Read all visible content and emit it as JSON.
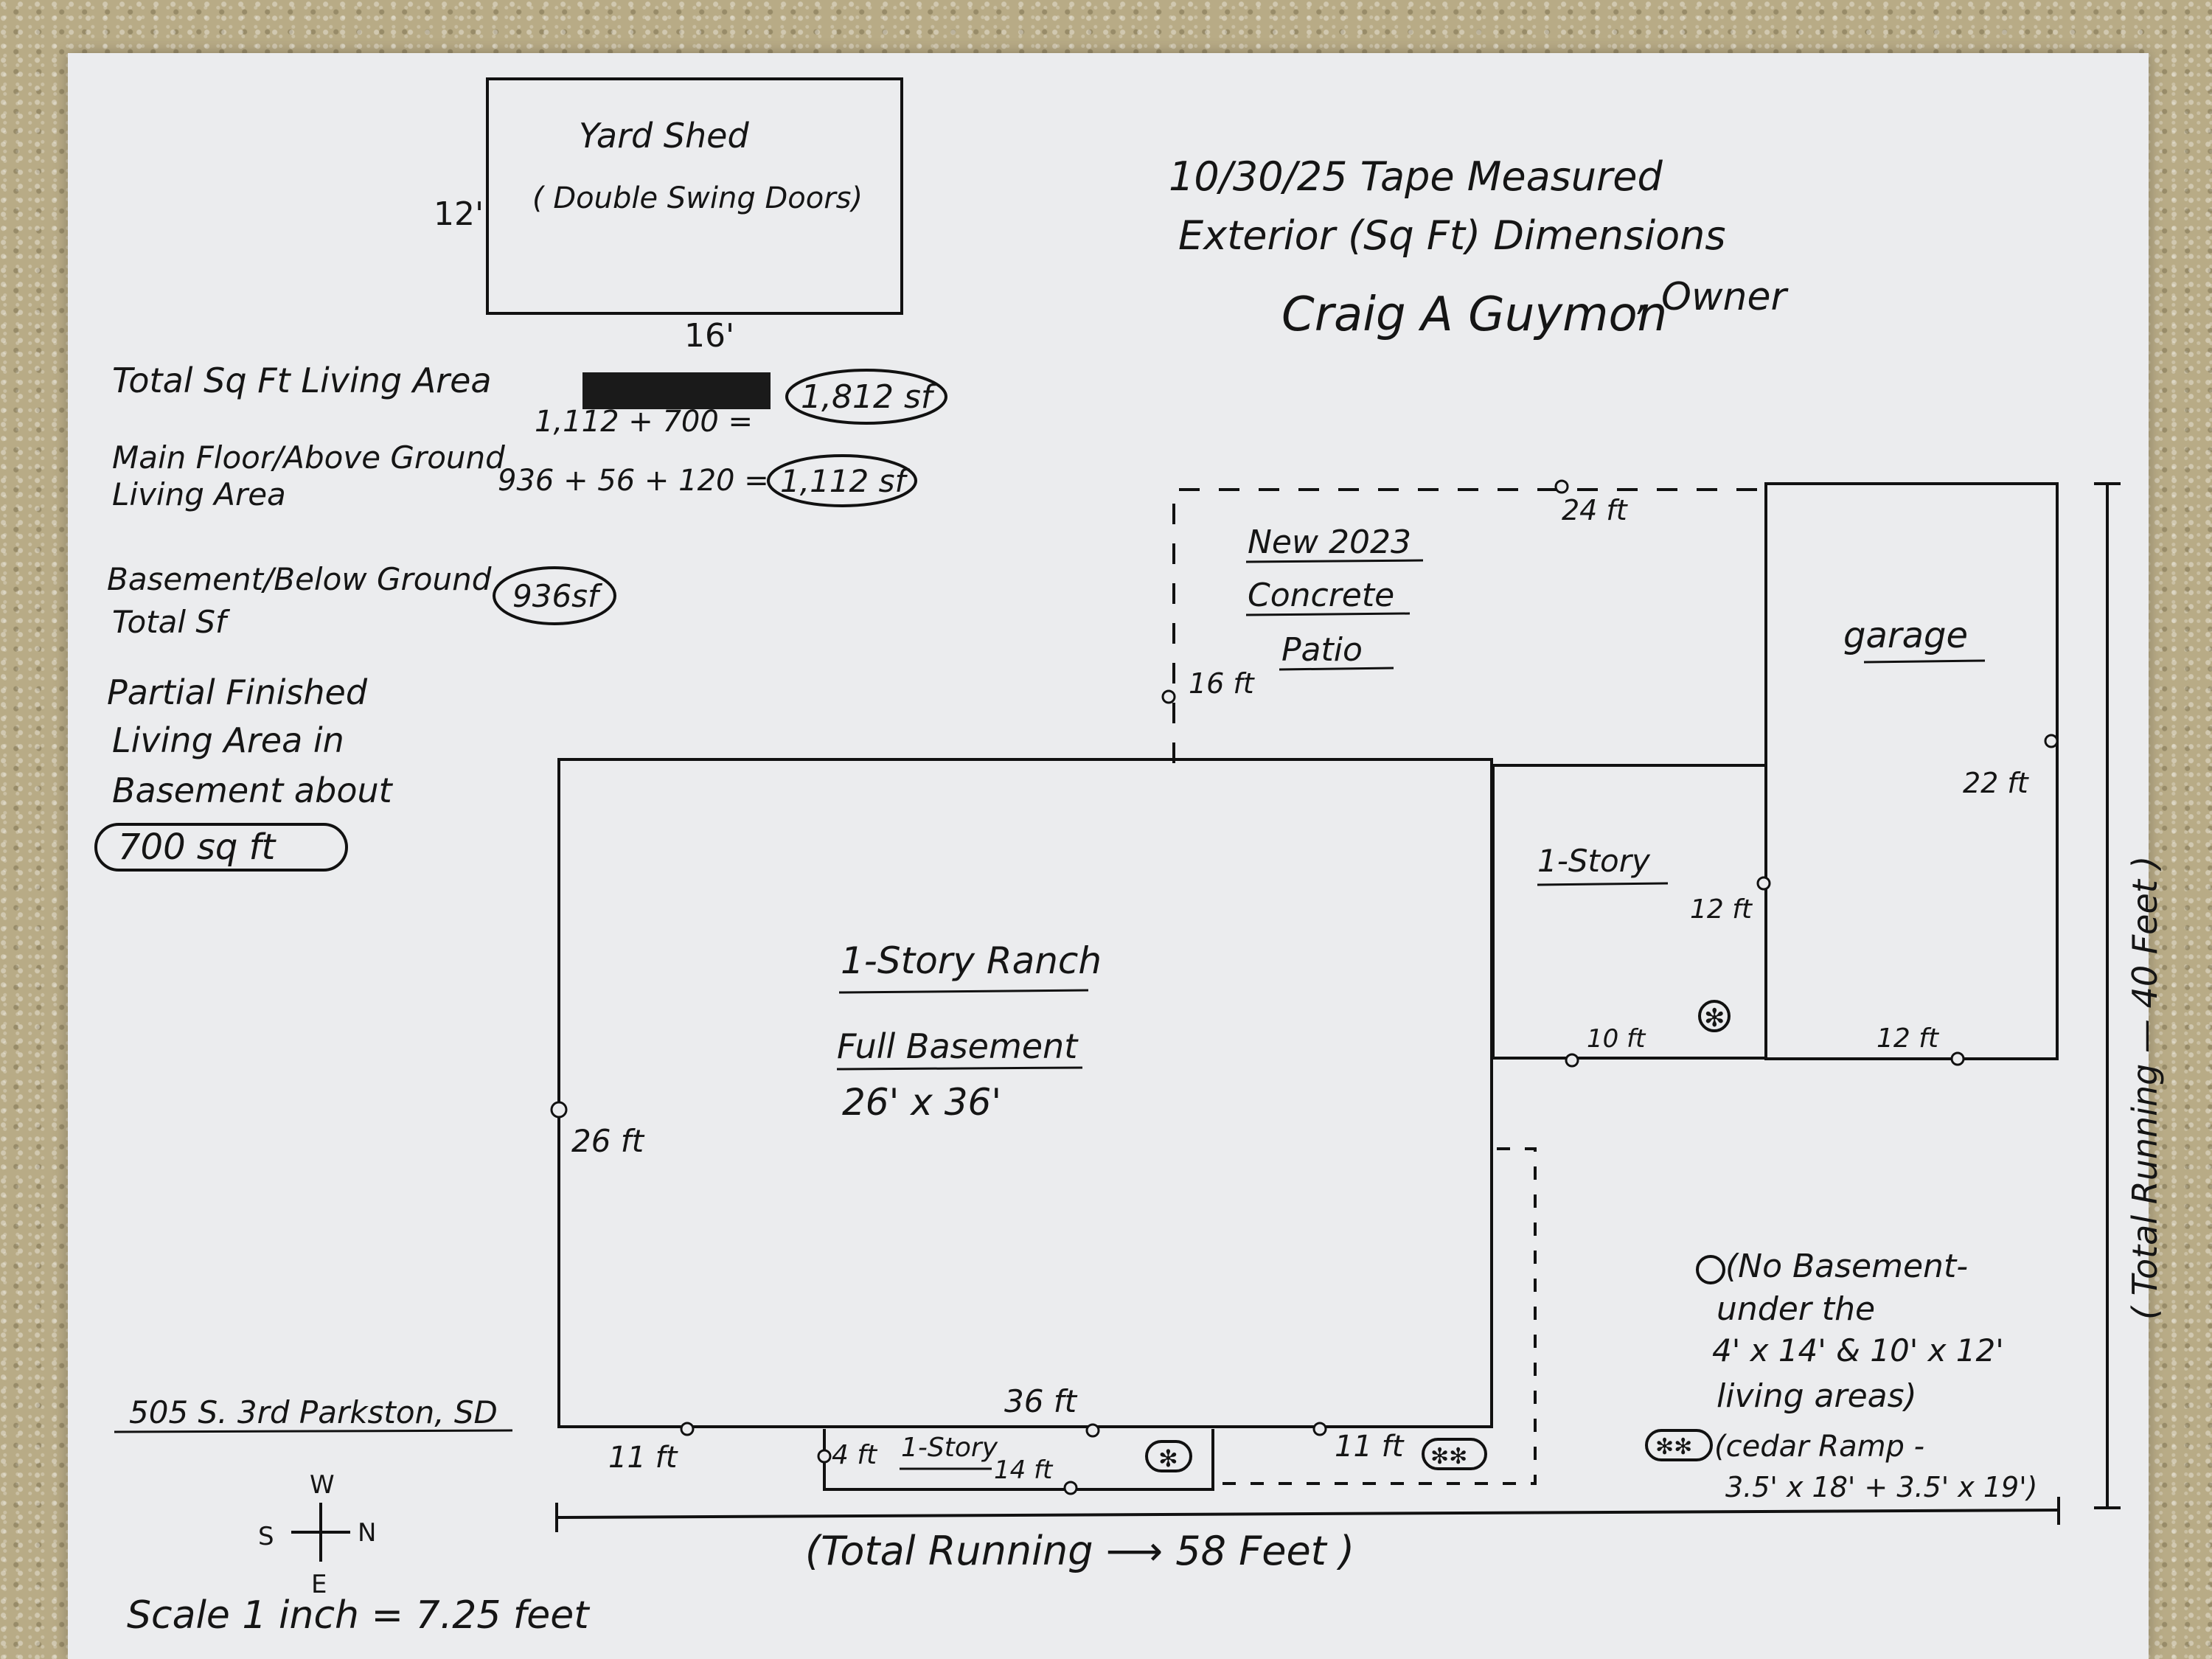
{
  "header": {
    "line1": "10/30/25  Tape Measured",
    "line2": "Exterior (Sq Ft) Dimensions",
    "signature": "Craig A Guymon",
    "owner": ", Owner"
  },
  "shed": {
    "title": "Yard Shed",
    "subtitle": "( Double Swing Doors)",
    "height_label": "12'",
    "width_label": "16'"
  },
  "summary": {
    "total_label": "Total Sq Ft Living Area",
    "total_calc": "1,112 + 700 =",
    "total_value": "1,812 sf",
    "main_label_1": "Main Floor/Above Ground",
    "main_label_2": "Living Area",
    "main_calc": "936 + 56 + 120 =",
    "main_value": "1,112 sf",
    "basement_label_1": "Basement/Below Ground",
    "basement_label_2": "Total Sf",
    "basement_value": "936sf",
    "partial_1": "Partial Finished",
    "partial_2": "Living Area in",
    "partial_3": "Basement about",
    "partial_value": "700 sq ft"
  },
  "rooms": {
    "patio_1": "New 2023",
    "patio_2": "Concrete",
    "patio_3": "Patio",
    "patio_width": "24 ft",
    "patio_depth": "16 ft",
    "garage": "garage",
    "garage_depth": "22 ft",
    "garage_width": "12 ft",
    "one_story": "1-Story",
    "one_story_depth": "12 ft",
    "one_story_width": "10 ft",
    "ranch": "1-Story Ranch",
    "basement": "Full Basement",
    "basement_dims": "26'  x  36'",
    "ranch_depth": "26 ft",
    "ranch_width": "36 ft",
    "front_left": "11 ft",
    "front_depth": "4 ft",
    "front_story": "1-Story",
    "front_width": "14 ft",
    "front_right": "11 ft"
  },
  "notes": {
    "note1_1": "(No Basement-",
    "note1_2": "under the",
    "note1_3": "4' x 14'  &  10' x 12'",
    "note1_4": "living areas)",
    "note2_1": "(cedar Ramp -",
    "note2_2": "3.5' x 18'  +  3.5' x 19')"
  },
  "totals": {
    "vertical": "( Total Running — 40 Feet )",
    "horizontal": "(Total Running ⟶ 58 Feet )"
  },
  "footer": {
    "address": "505 S. 3rd Parkston, SD",
    "compass_w": "W",
    "compass_s": "S",
    "compass_n": "N",
    "compass_e": "E",
    "scale": "Scale  1 inch = 7.25 feet"
  },
  "symbols": {
    "single": "✻",
    "double": "✻✻"
  }
}
